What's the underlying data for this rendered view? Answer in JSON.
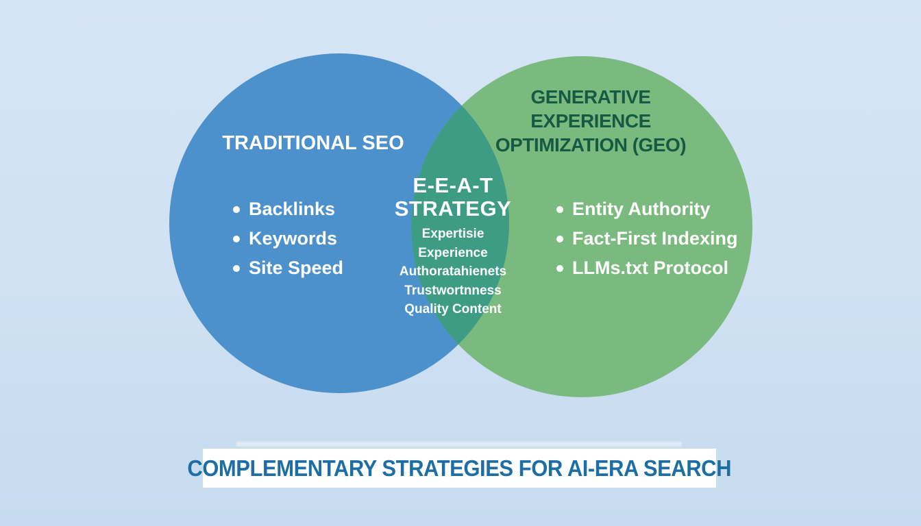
{
  "background": {
    "gradient_top": "#D6E5F6",
    "gradient_bottom": "#C6DBEF"
  },
  "venn": {
    "left_circle": {
      "title": "TRADITIONAL SEO",
      "fill": "#4C90CC",
      "text_color": "#FFFFFF",
      "items": [
        "Backlinks",
        "Keywords",
        "Site Speed"
      ]
    },
    "right_circle": {
      "title_lines": [
        "GENERATIVE",
        "EXPERIENCE",
        "OPTIMIZATION (GEO)"
      ],
      "fill": "#7BBA7E",
      "title_color": "#175A44",
      "text_color": "#FFFFFF",
      "items": [
        "Entity Authority",
        "Fact-First Indexing",
        "LLMs.txt Protocol"
      ]
    },
    "overlap": {
      "title_lines": [
        "E-E-A-T",
        "STRATEGY"
      ],
      "fill": "#3E9C84",
      "text_color": "#FFFFFF",
      "items": [
        "Expertisie",
        "Experience",
        "Authoratahienets",
        "Trustwortnness",
        "Quality Content"
      ]
    }
  },
  "title_banner": {
    "label": "COMPLEMENTARY STRATEGIES FOR AI-ERA SEARCH",
    "text_color": "#1C6EA4",
    "background": "#FFFFFF"
  }
}
